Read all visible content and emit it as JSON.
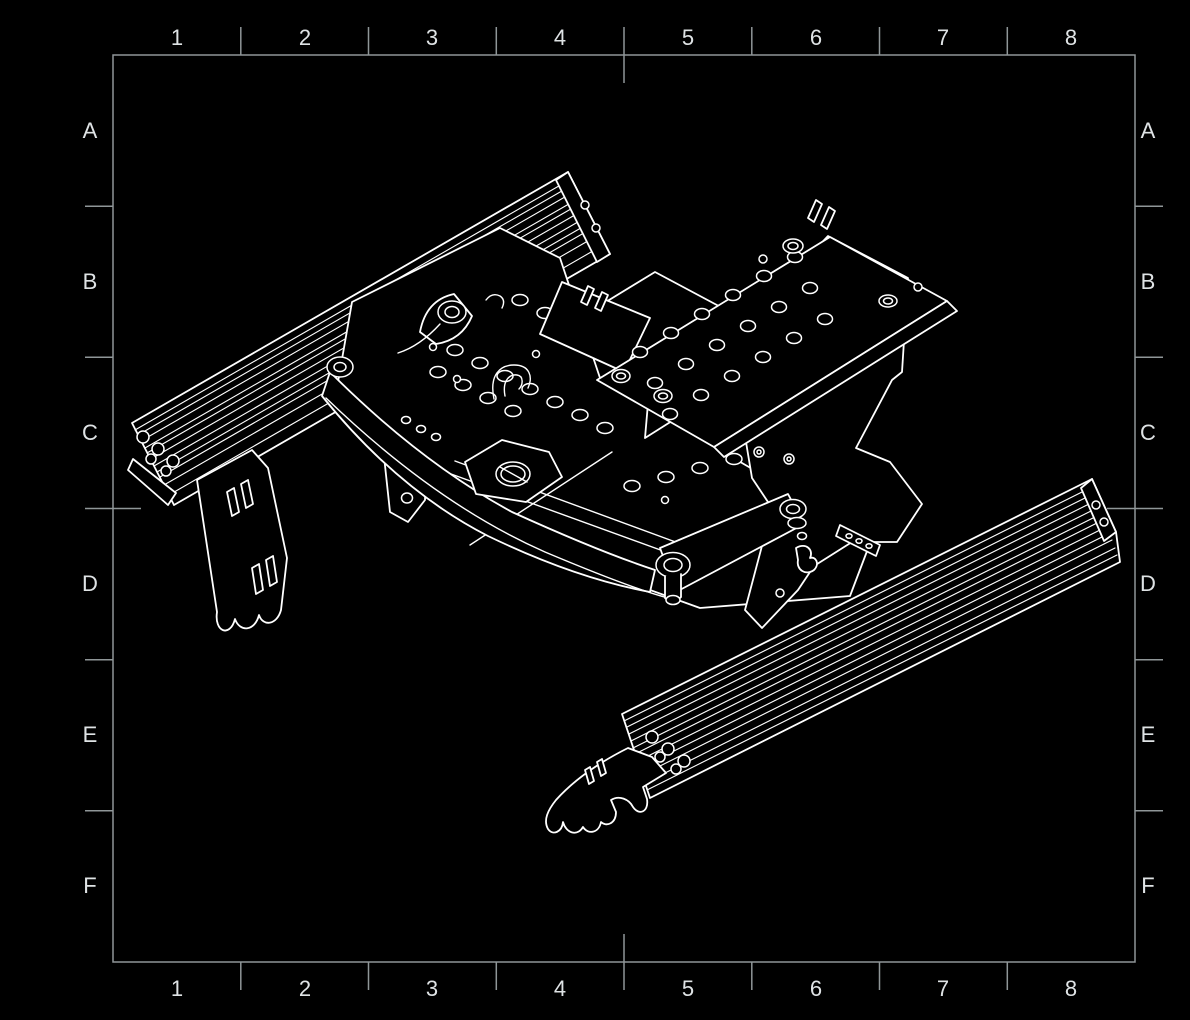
{
  "sheet": {
    "background_color": "#000000",
    "frame_color": "#8f9698",
    "label_color": "#dfe3e5",
    "drawing_line_color": "#ffffff",
    "columns": [
      "1",
      "2",
      "3",
      "4",
      "5",
      "6",
      "7",
      "8"
    ],
    "rows": [
      "A",
      "B",
      "C",
      "D",
      "E",
      "F"
    ]
  }
}
